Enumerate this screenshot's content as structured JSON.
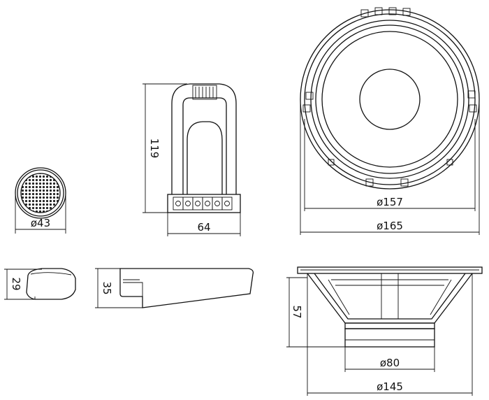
{
  "dimensions": {
    "tweeter_diameter": "ø43",
    "tweeter_height": "29",
    "crossover_height": "119",
    "crossover_width": "64",
    "crossover_depth": "35",
    "woofer_inner_diameter": "ø157",
    "woofer_outer_diameter": "ø165",
    "woofer_depth": "57",
    "magnet_diameter": "ø80",
    "mount_diameter": "ø145"
  },
  "colors": {
    "line": "#111111",
    "background": "#ffffff"
  }
}
